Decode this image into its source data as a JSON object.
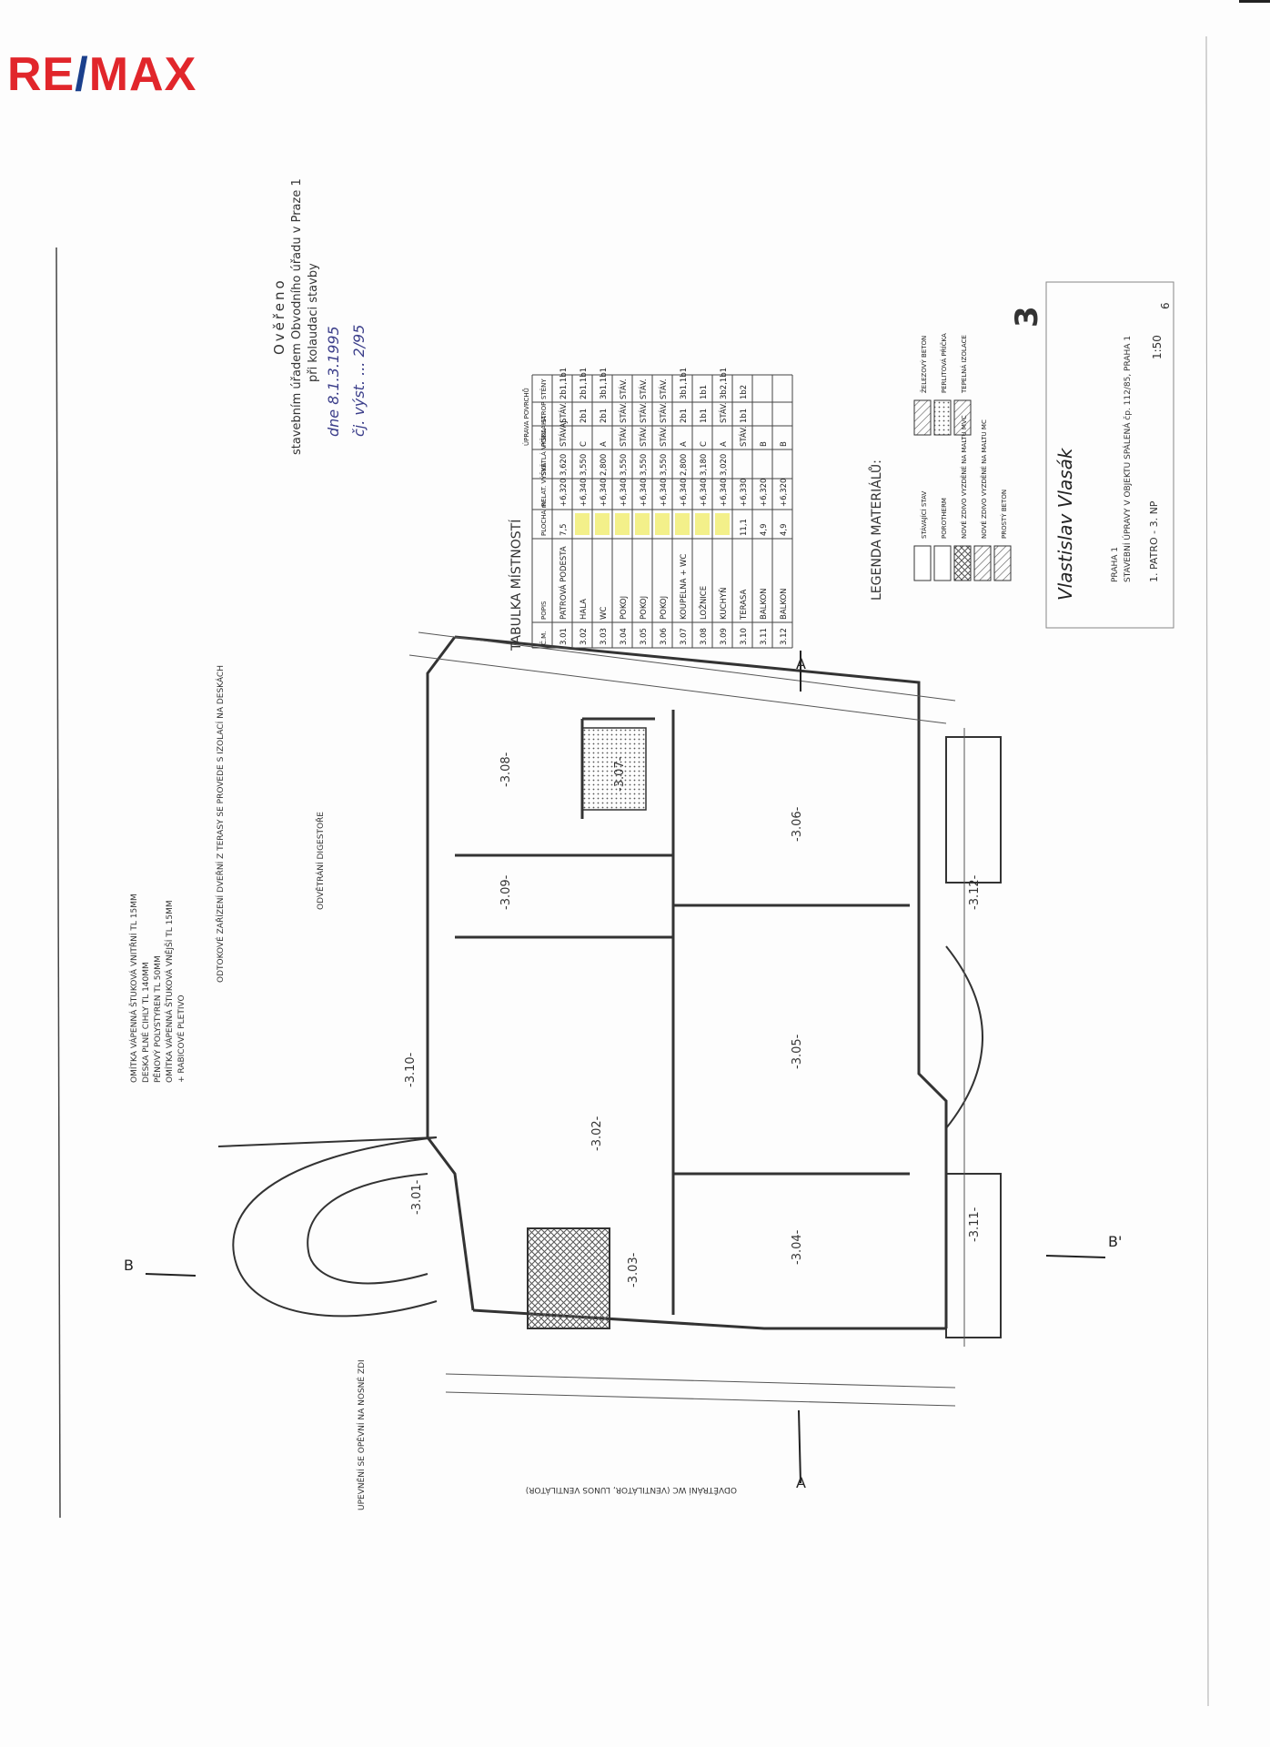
{
  "brand": {
    "logo_text": "RE/MAX",
    "color_red": "#e1262b",
    "color_blue": "#1a3f8c"
  },
  "stamp": {
    "title": "Ověřeno",
    "line1": "stavebním úřadem Obvodního úřadu v Praze 1",
    "line2": "při kolaudaci stavby",
    "date_handwritten": "dne 8.1.3.1995",
    "ref_handwritten": "čj. výst. ... 2/95"
  },
  "room_table": {
    "title": "TABULKA MÍSTNOSTÍ",
    "columns": [
      "Č.M.",
      "POPIS",
      "PLOCHA m²",
      "RELAT. VÝŠKA",
      "SVĚTLÁ VÝŠKA",
      "PODLAHA",
      "STROP",
      "STĚNY"
    ],
    "column_group": "ÚPRAVA POVRCHŮ",
    "rows": [
      {
        "no": "3.01",
        "name": "PATROVÁ PODESTA",
        "area": "7,5",
        "rel": "+6,320",
        "clear": "3,620",
        "floor": "STÁVAJ.",
        "ceiling": "STÁV.",
        "walls": "2b1,1b1"
      },
      {
        "no": "3.02",
        "name": "HALA",
        "area": "",
        "rel": "+6,340",
        "clear": "3,550",
        "floor": "C",
        "ceiling": "2b1",
        "walls": "2b1,1b1"
      },
      {
        "no": "3.03",
        "name": "WC",
        "area": "",
        "rel": "+6,340",
        "clear": "2,800",
        "floor": "A",
        "ceiling": "2b1",
        "walls": "3b1,1b1"
      },
      {
        "no": "3.04",
        "name": "POKOJ",
        "area": "",
        "rel": "+6,340",
        "clear": "3,550",
        "floor": "STÁV.",
        "ceiling": "STÁV.",
        "walls": "STÁV."
      },
      {
        "no": "3.05",
        "name": "POKOJ",
        "area": "",
        "rel": "+6,340",
        "clear": "3,550",
        "floor": "STÁV.",
        "ceiling": "STÁV.",
        "walls": "STÁV."
      },
      {
        "no": "3.06",
        "name": "POKOJ",
        "area": "",
        "rel": "+6,340",
        "clear": "3,550",
        "floor": "STÁV.",
        "ceiling": "STÁV.",
        "walls": "STÁV."
      },
      {
        "no": "3.07",
        "name": "KOUPELNA + WC",
        "area": "",
        "rel": "+6,340",
        "clear": "2,800",
        "floor": "A",
        "ceiling": "2b1",
        "walls": "3b1,1b1"
      },
      {
        "no": "3.08",
        "name": "LOŽNICE",
        "area": "",
        "rel": "+6,340",
        "clear": "3,180",
        "floor": "C",
        "ceiling": "1b1",
        "walls": "1b1"
      },
      {
        "no": "3.09",
        "name": "KUCHYŇ",
        "area": "",
        "rel": "+6,340",
        "clear": "3,020",
        "floor": "A",
        "ceiling": "STÁV.",
        "walls": "3b2,1b1"
      },
      {
        "no": "3.10",
        "name": "TERASA",
        "area": "11,1",
        "rel": "+6,330",
        "clear": "",
        "floor": "STÁV.",
        "ceiling": "1b1",
        "walls": "1b2"
      },
      {
        "no": "3.11",
        "name": "BALKON",
        "area": "4,9",
        "rel": "+6,320",
        "clear": "",
        "floor": "B",
        "ceiling": "",
        "walls": ""
      },
      {
        "no": "3.12",
        "name": "BALKON",
        "area": "4,9",
        "rel": "+6,320",
        "clear": "",
        "floor": "B",
        "ceiling": "",
        "walls": ""
      }
    ],
    "highlight_color": "#f3f08a"
  },
  "legend": {
    "title": "LEGENDA MATERIÁLŮ:",
    "items": [
      {
        "label": "STÁVAJÍCÍ STAV",
        "pattern": "blank"
      },
      {
        "label": "POROTHERM",
        "pattern": "blank"
      },
      {
        "label": "NOVÉ ZDIVO VYZDĚNÉ NA MALTU MVC",
        "pattern": "cross"
      },
      {
        "label": "NOVÉ ZDIVO VYZDĚNÉ NA MALTU MC",
        "pattern": "dense"
      },
      {
        "label": "PROSTÝ BETON",
        "pattern": "hatch"
      },
      {
        "label": "ŽELEZOVÝ BETON",
        "pattern": "hatch"
      },
      {
        "label": "PERLITOVÁ PŘÍČKA",
        "pattern": "dots"
      },
      {
        "label": "TEPELNÁ IZOLACE",
        "pattern": "zigzag"
      }
    ]
  },
  "title_block": {
    "investor": "PRAHA 1",
    "project": "STAVEBNÍ ÚPRAVY V OBJEKTU SPÁLENÁ čp. 112/85, PRAHA 1",
    "drawing": "1. PATRO - 3. NP",
    "scale": "1:50",
    "sheet_no": "6",
    "number_mark": "3",
    "signature": "Vlastislav Vlasák"
  },
  "plan": {
    "rooms": [
      "-3.01-",
      "-3.02-",
      "-3.03-",
      "-3.04-",
      "-3.05-",
      "-3.06-",
      "-3.07-",
      "-3.08-",
      "-3.09-",
      "-3.10-",
      "-3.11-",
      "-3.12-"
    ],
    "section_marks": [
      "A",
      "A'",
      "B",
      "B'"
    ],
    "notes": {
      "wall_layers": [
        "OMÍTKA VÁPENNÁ ŠTUKOVÁ VNITŘNÍ  TL 15MM",
        "DESKA PLNÉ CIHLY  TL 140MM",
        "PĚNOVÝ POLYSTYREN  TL 50MM",
        "OMÍTKA VÁPENNÁ ŠTUKOVÁ VNĚJŠÍ  TL 15MM",
        "+ RABICOVÉ PLETIVO"
      ],
      "note_terrace": "ODTOKOVÉ ZAŘÍZENÍ DVEŘNÍ Z TERASY SE PROVEDE S IZOLACÍ NA DESKÁCH",
      "note_door": "ODVĚTRÁNÍ DIGESTOŘE",
      "note_ventilation": "ODVĚTRÁNÍ WC (VENTILÁTOR, LUNOS VENTILÁTOR)",
      "note_bottom": "UPEVNĚNÍ SE OPĚVNÍ NA NOSNÉ ZDI"
    }
  }
}
